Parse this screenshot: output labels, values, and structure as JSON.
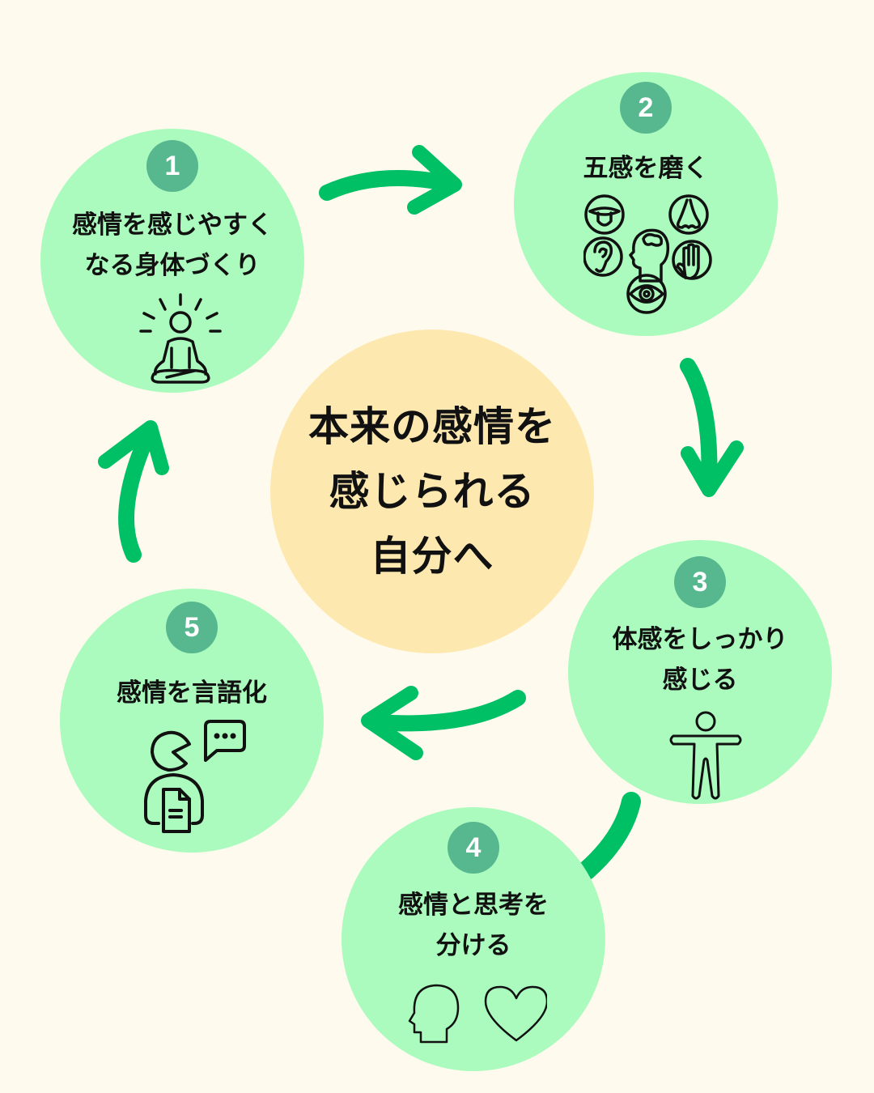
{
  "center": {
    "lines": [
      "本来の感情を",
      "感じられる",
      "自分へ"
    ]
  },
  "steps": [
    {
      "number": "1",
      "lines": [
        "感情を感じやすく",
        "なる身体づくり"
      ],
      "icon": "meditation-icon"
    },
    {
      "number": "2",
      "lines": [
        "五感を磨く"
      ],
      "icon": "five-senses-icon"
    },
    {
      "number": "3",
      "lines": [
        "体感をしっかり",
        "感じる"
      ],
      "icon": "body-figure-icon"
    },
    {
      "number": "4",
      "lines": [
        "感情と思考を",
        "分ける"
      ],
      "icon": "head-and-heart-icon"
    },
    {
      "number": "5",
      "lines": [
        "感情を言語化"
      ],
      "icon": "speaking-person-icon"
    }
  ],
  "colors": {
    "background": "#fffaee",
    "step_circle": "#aafbbd",
    "badge": "#57b890",
    "center_circle": "#fde9b0",
    "arrow": "#00c066"
  }
}
